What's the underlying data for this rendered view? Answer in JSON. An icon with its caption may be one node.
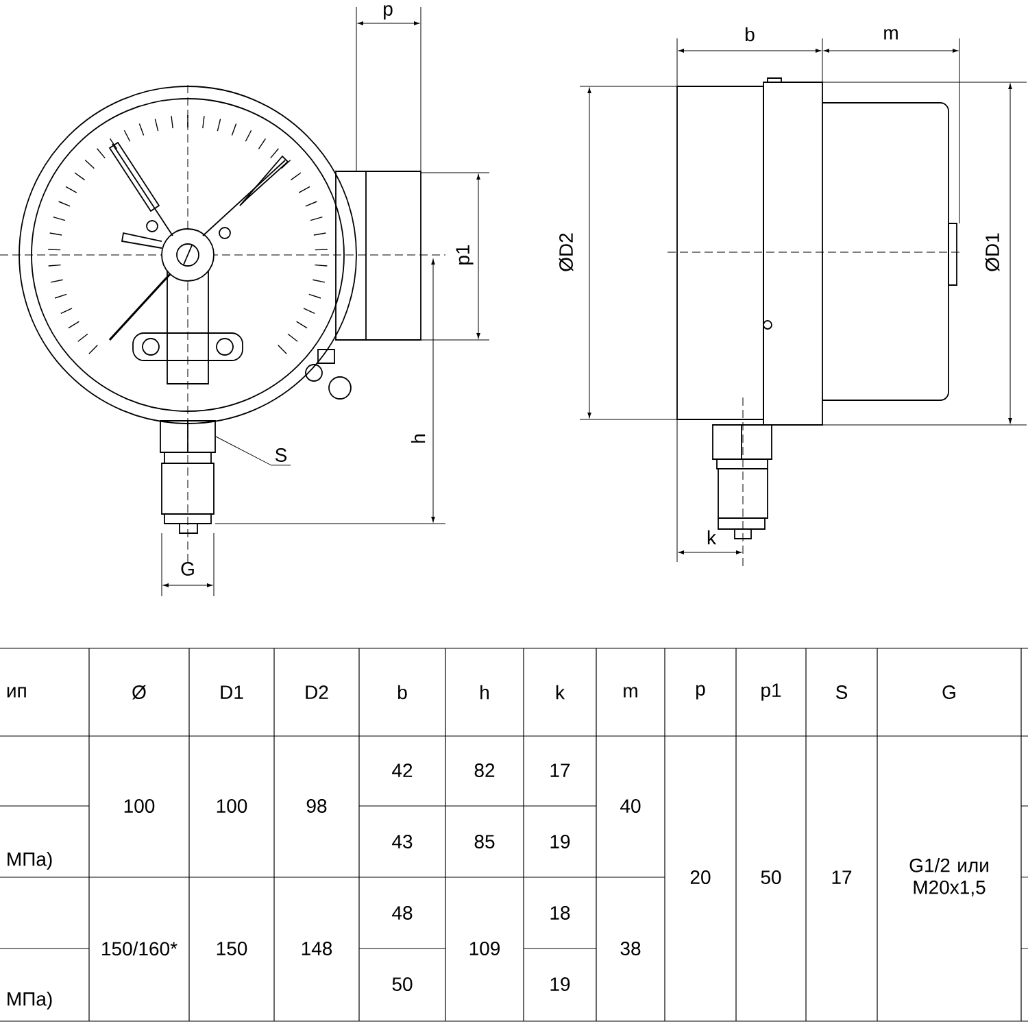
{
  "diagram": {
    "nodes": [
      {
        "text": [
          "S"
        ]
      },
      {
        "text": [],
        "shape": "box"
      }
    ],
    "edges": [
      {
        "from": 0,
        "to": 1,
        "arrow": "none"
      }
    ],
    "labels": [
      "p",
      "b",
      "m",
      "ØD2",
      "p1",
      "ØD1",
      "h",
      "k",
      "G",
      "ип",
      "Ø",
      "D1",
      "D2",
      "b",
      "h",
      "k",
      "m",
      "p",
      "p1",
      "S",
      "G",
      "100",
      "100",
      "98",
      "42",
      "82",
      "17",
      "40",
      "20",
      "50",
      "17",
      "G1/2 или M20x1,5",
      "МПа)",
      "43",
      "85",
      "19",
      "150/160*",
      "150",
      "148",
      "48",
      "109",
      "18",
      "38",
      "МПа)",
      "50",
      "19"
    ]
  }
}
